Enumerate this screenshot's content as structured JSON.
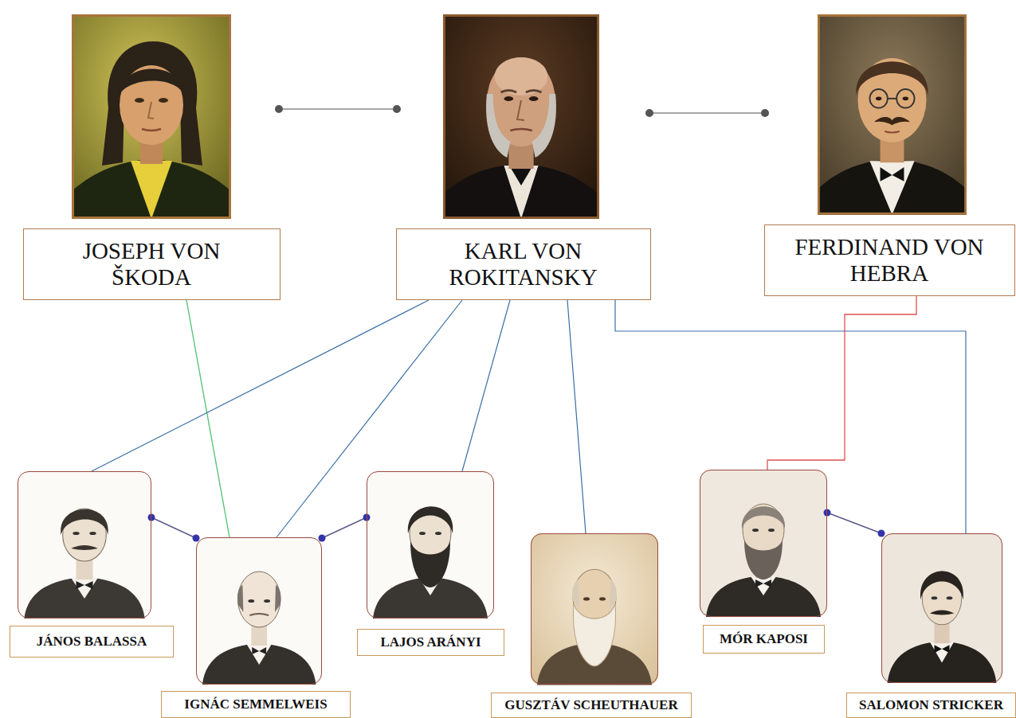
{
  "diagram": {
    "nodes": [
      {
        "text": [
          "JOSEPH VON ŠKODA"
        ]
      },
      {
        "text": [
          "KARL VON ROKITANSKY"
        ]
      },
      {
        "text": [
          "FERDINAND VON HEBRA"
        ]
      },
      {
        "text": [
          "JÁNOS BALASSA"
        ]
      },
      {
        "text": [
          "IGNÁC SEMMELWEIS"
        ]
      },
      {
        "text": [
          "LAJOS ARÁNYI"
        ]
      },
      {
        "text": [
          "GUSZTÁV SCHEUTHAUER"
        ]
      },
      {
        "text": [
          "MÓR KAPOSI"
        ]
      },
      {
        "text": [
          "SALOMON STRICKER"
        ]
      }
    ],
    "edges": [
      {
        "from": 0,
        "to": 1,
        "arrow": "none"
      },
      {
        "from": 1,
        "to": 2,
        "arrow": "none"
      },
      {
        "from": 0,
        "to": 4,
        "arrow": "none"
      },
      {
        "from": 1,
        "to": 3,
        "arrow": "none"
      },
      {
        "from": 1,
        "to": 4,
        "arrow": "none"
      },
      {
        "from": 1,
        "to": 5,
        "arrow": "none"
      },
      {
        "from": 1,
        "to": 6,
        "arrow": "none"
      },
      {
        "from": 1,
        "to": 8,
        "arrow": "none"
      },
      {
        "from": 2,
        "to": 7,
        "arrow": "none"
      },
      {
        "from": 3,
        "to": 4,
        "arrow": "none"
      },
      {
        "from": 4,
        "to": 5,
        "arrow": "none"
      },
      {
        "from": 7,
        "to": 8,
        "arrow": "none"
      }
    ]
  }
}
